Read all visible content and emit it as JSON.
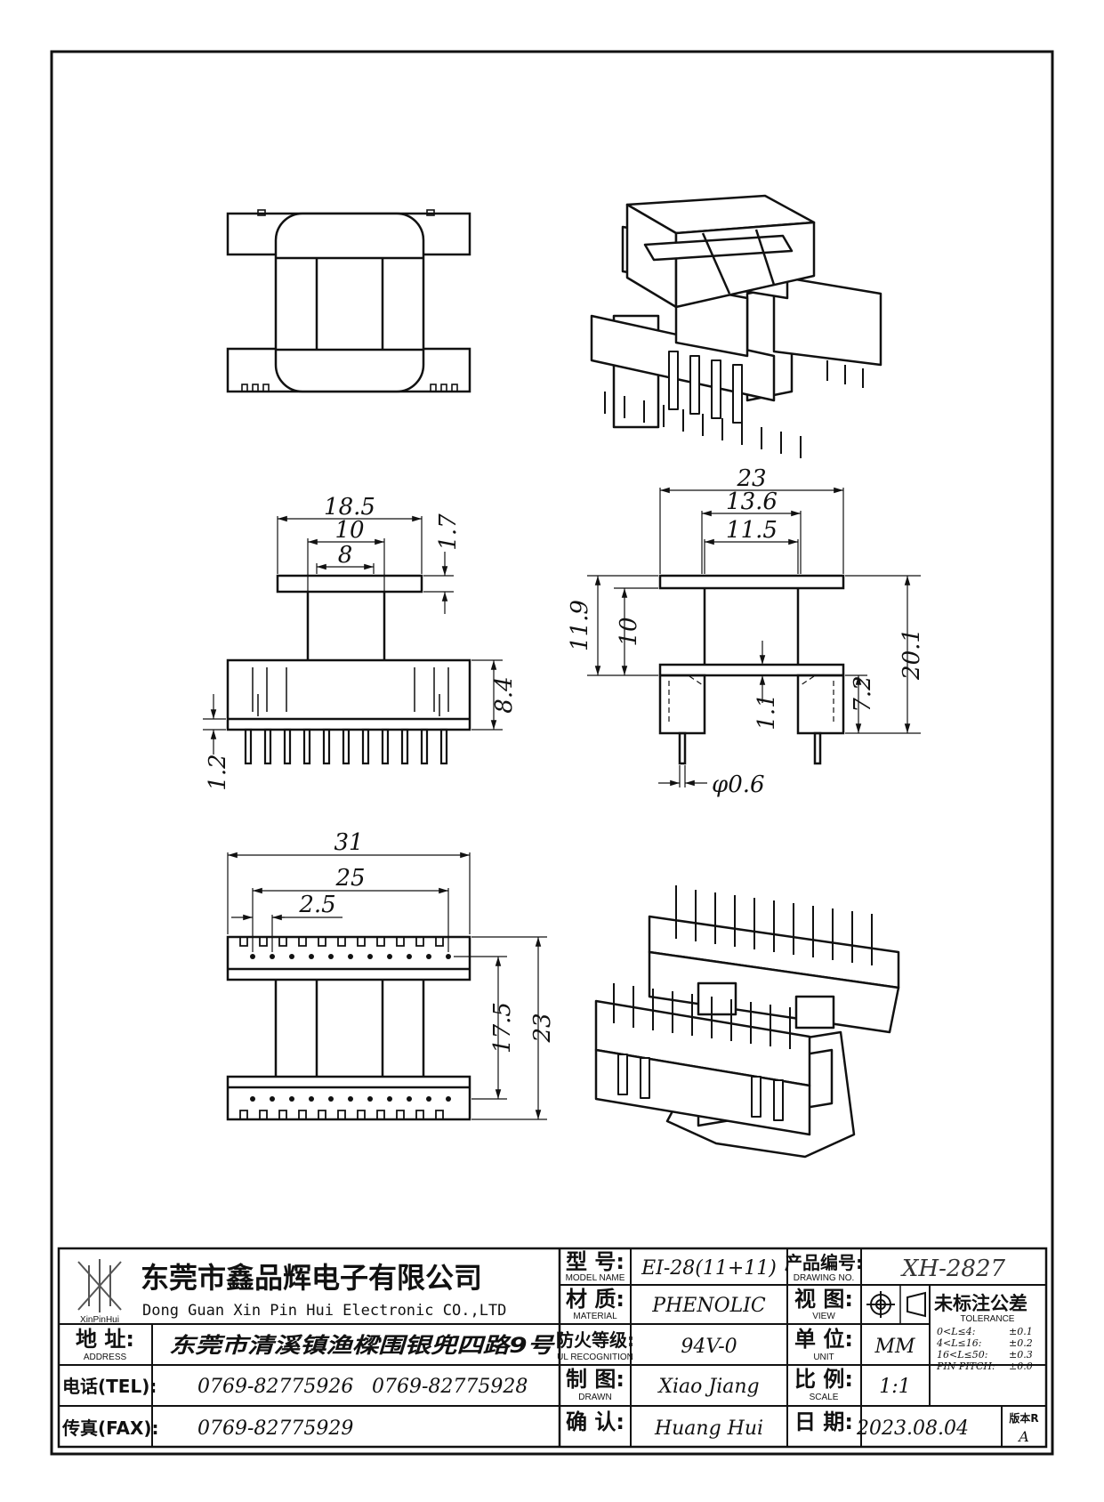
{
  "views": {
    "side_view": {
      "dims": {
        "flange_width": "18.5",
        "core_slot": "10",
        "center_leg": "8",
        "flange_thick": "1.7",
        "base_height": "8.4",
        "pin_standoff": "1.2"
      }
    },
    "front_view": {
      "dims": {
        "overall_width": "23",
        "inner_width": "13.6",
        "core_width": "11.5",
        "winding_height": "11.9",
        "window_height": "10",
        "overall_height": "20.1",
        "base_height": "7.2",
        "base_thick": "1.1",
        "pin_diameter": "φ0.6"
      }
    },
    "bottom_view": {
      "dims": {
        "overall_length": "31",
        "pin_span": "25",
        "pin_pitch": "2.5",
        "row_distance": "17.5",
        "overall_depth": "23"
      }
    }
  },
  "title_block": {
    "logo_caption": "XinPinHui",
    "company_cn": "东莞市鑫品辉电子有限公司",
    "company_en": "Dong Guan Xin Pin Hui Electronic CO.,LTD",
    "address_label_cn": "地 址:",
    "address_label_en": "ADDRESS",
    "address_value": "东莞市清溪镇渔樑围银兜四路9号",
    "tel_label": "电话(TEL):",
    "tel_value_1": "0769-82775926",
    "tel_value_2": "0769-82775928",
    "fax_label": "传真(FAX):",
    "fax_value": "0769-82775929",
    "model_label_cn": "型 号:",
    "model_label_en": "MODEL NAME",
    "model_value": "EI-28(11+11)",
    "material_label_cn": "材 质:",
    "material_label_en": "MATERIAL",
    "material_value": "PHENOLIC",
    "ul_label_cn": "防火等级:",
    "ul_label_en": "UL RECOGNITION",
    "ul_value": "94V-0",
    "drawn_label_cn": "制 图:",
    "drawn_label_en": "DRAWN",
    "drawn_value": "Xiao Jiang",
    "confirm_label_cn": "确 认:",
    "confirm_value": "Huang Hui",
    "drawing_no_label_cn": "产品编号:",
    "drawing_no_label_en": "DRAWING NO.",
    "drawing_no_value": "XH-2827",
    "view_label_cn": "视 图:",
    "view_label_en": "VIEW",
    "unit_label_cn": "单 位:",
    "unit_label_en": "UNIT",
    "unit_value": "MM",
    "scale_label_cn": "比 例:",
    "scale_label_en": "SCALE",
    "scale_value": "1:1",
    "date_label_cn": "日 期:",
    "date_value": "2023.08.04",
    "tolerance_label_cn": "未标注公差",
    "tolerance_label_en": "TOLERANCE",
    "tolerance_rows": [
      {
        "range": "0<L≤4:",
        "value": "±0.1"
      },
      {
        "range": "4<L≤16:",
        "value": "±0.2"
      },
      {
        "range": "16<L≤50:",
        "value": "±0.3"
      },
      {
        "range": "PIN PITCH:",
        "value": "±0.0"
      }
    ],
    "version_label": "版本R",
    "version_value": "A"
  }
}
